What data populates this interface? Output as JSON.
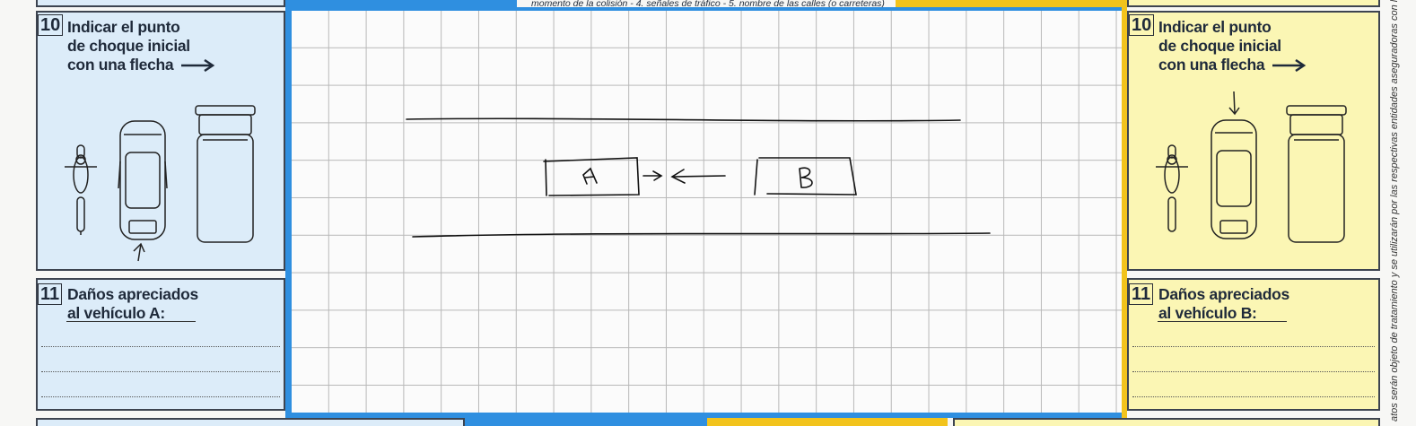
{
  "header_note": "momento de la colisión - 4. señales de tráfico - 5. nombre de las calles (o carreteras)",
  "left": {
    "section10": {
      "number": "10",
      "title_lines": [
        "Indicar el punto",
        "de choque inicial",
        "con una flecha"
      ]
    },
    "section11": {
      "number": "11",
      "title_lines": [
        "Daños apreciados",
        "al vehículo A:"
      ]
    }
  },
  "right": {
    "section10": {
      "number": "10",
      "title_lines": [
        "Indicar el punto",
        "de choque inicial",
        "con una flecha"
      ]
    },
    "section11": {
      "number": "11",
      "title_lines": [
        "Daños apreciados",
        "al vehículo B:"
      ]
    }
  },
  "sketch": {
    "vehicle_a_label": "A",
    "vehicle_b_label": "B"
  },
  "side_text": "atos serán objeto de tratamiento y se utilizarán por las respectivas entidades aseguradoras con la exc",
  "colors": {
    "blue_panel": "#dcecf9",
    "yellow_panel": "#fbf6b4",
    "blue_frame": "#2f8fe0",
    "yellow_frame": "#f2c31c",
    "grid": "#b8b8b8",
    "border": "#3d4450"
  },
  "icons": [
    "motorcycle-icon",
    "car-icon",
    "truck-icon",
    "arrow-right-icon",
    "impact-arrow-icon"
  ]
}
